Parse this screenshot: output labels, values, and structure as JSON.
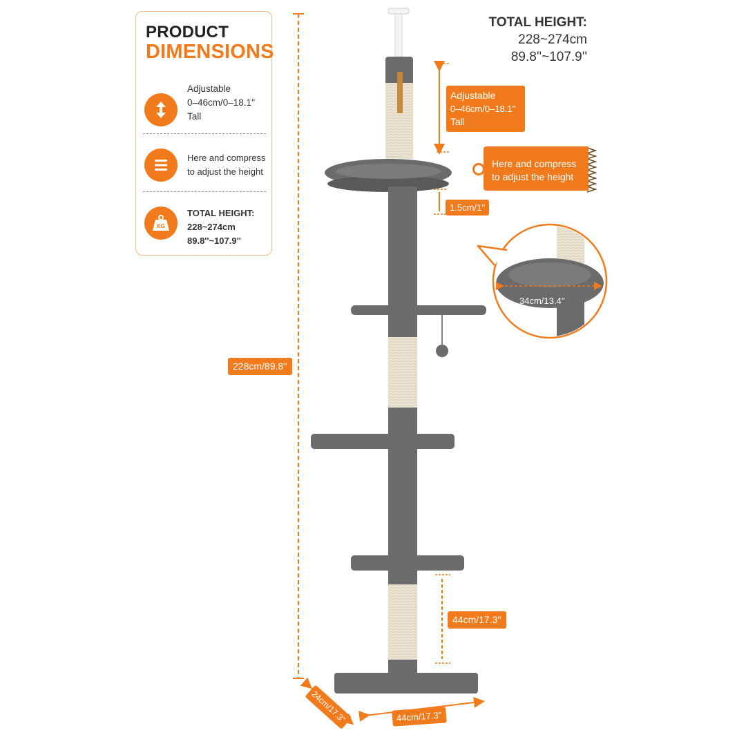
{
  "card": {
    "title_line1": "PRODUCT",
    "title_line2": "DIMENSIONS",
    "features": [
      {
        "icon": "height-arrow-icon",
        "lines": [
          "Adjustable",
          "0–46cm/0–18.1''",
          "Tall"
        ]
      },
      {
        "icon": "compress-lines-icon",
        "lines": [
          "Here and compress",
          "to adjust the height"
        ]
      },
      {
        "icon": "weight-kg-icon",
        "icon_label": "KG",
        "lines": [
          "TOTAL HEIGHT:",
          "228~274cm",
          "89.8''~107.9''"
        ]
      }
    ]
  },
  "total": {
    "line1": "TOTAL HEIGHT:",
    "line2": "228~274cm",
    "line3": "89.8''~107.9''"
  },
  "callouts": {
    "adjustable": [
      "Adjustable",
      "0–46cm/0–18.1''",
      "Tall"
    ],
    "compress": [
      "Here and compress",
      "to adjust the height"
    ],
    "gap": "1.5cm/1''",
    "overall": "228cm/89.8''",
    "bed_diameter": "34cm/13.4''",
    "bottom_gap": "44cm/17.3''",
    "base_width": "44cm/17.3''",
    "base_depth": "24cm/17.3''"
  },
  "colors": {
    "accent": "#f07a1c",
    "plush": "#6b6b6b",
    "sisal": "#ece4d3"
  }
}
